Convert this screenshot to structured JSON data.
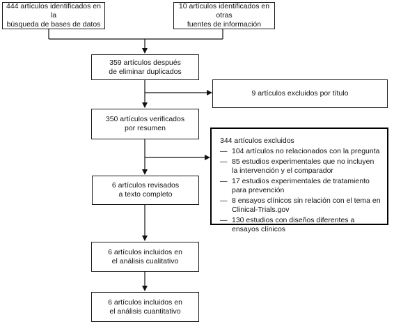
{
  "diagram": {
    "box_db": {
      "line1": "444 artículos identificados en la",
      "line2": "búsqueda de bases de datos"
    },
    "box_other": {
      "line1": "10 artículos identificados en otras",
      "line2": "fuentes de información"
    },
    "box_dedup": {
      "line1": "359 artículos después",
      "line2": "de eliminar duplicados"
    },
    "box_title_excluded": {
      "text": "9 artículos excluidos por título"
    },
    "box_abstract": {
      "line1": "350 artículos verificados",
      "line2": "por resumen"
    },
    "box_excluded": {
      "title": "344 artículos excluidos",
      "items": [
        {
          "text": "104 artículos no relacionados con la pregunta"
        },
        {
          "text": "85 estudios experimentales que no incluyen la intervención y el comparador"
        },
        {
          "text": "17 estudios experimentales de tratamiento para prevención"
        },
        {
          "text": "8 ensayos clínicos sin relación con el tema en Clinical-Trials.gov"
        },
        {
          "text": "130 estudios con diseños diferentes a ensayos clínicos"
        }
      ]
    },
    "box_fulltext": {
      "line1": "6 artículos revisados",
      "line2": "a texto completo"
    },
    "box_qualitative": {
      "line1": "6 artículos incluidos en",
      "line2": "el análisis cualitativo"
    },
    "box_quantitative": {
      "line1": "6 artículos incluidos en",
      "line2": "el análisis cuantitativo"
    }
  }
}
